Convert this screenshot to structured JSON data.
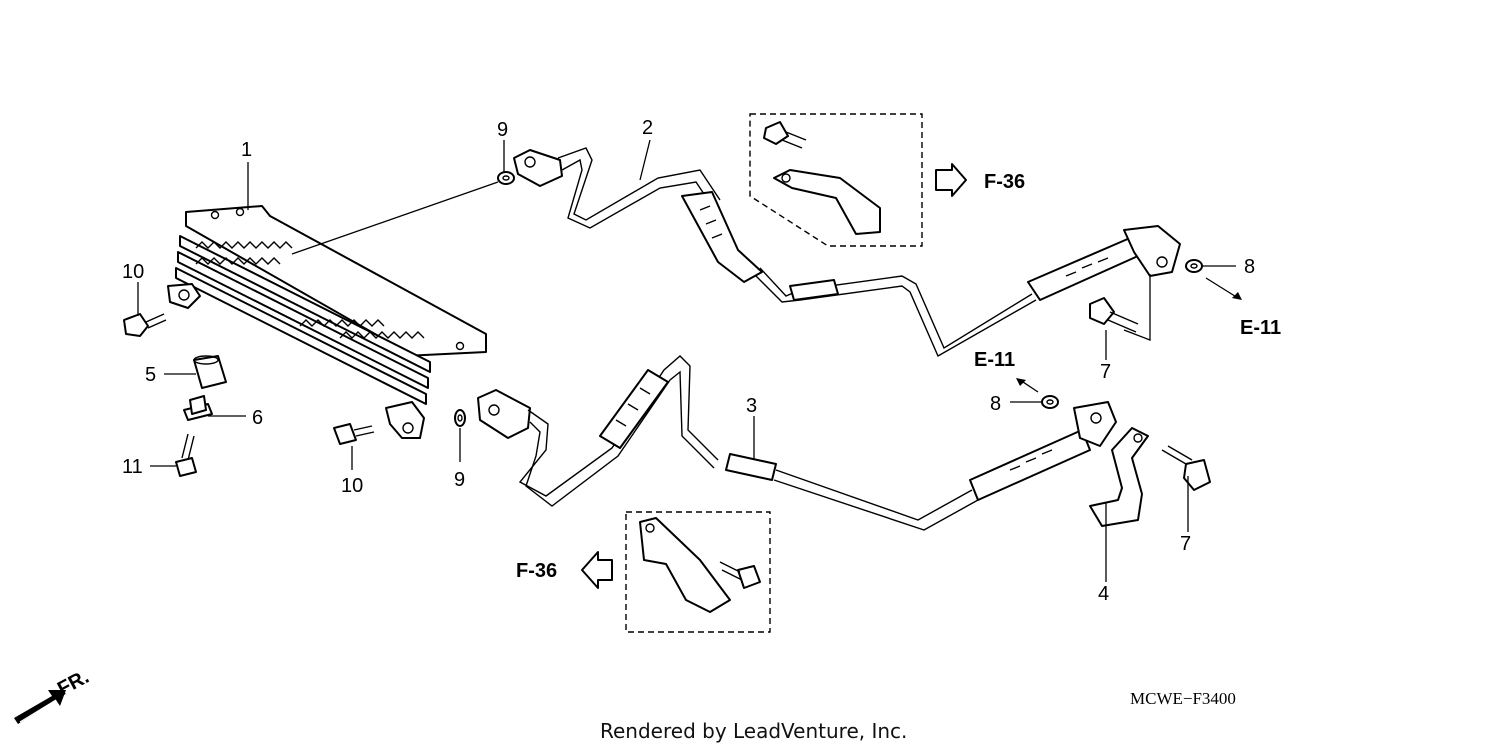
{
  "callouts": {
    "c1": "1",
    "c2": "2",
    "c3": "3",
    "c4": "4",
    "c5": "5",
    "c6": "6",
    "c7a": "7",
    "c7b": "7",
    "c8a": "8",
    "c8b": "8",
    "c9a": "9",
    "c9b": "9",
    "c10a": "10",
    "c10b": "10",
    "c11": "11"
  },
  "references": {
    "f36_top": "F-36",
    "f36_bottom": "F-36",
    "e11_right": "E-11",
    "e11_center": "E-11"
  },
  "front_marker": "FR.",
  "diagram_code": "MCWE−F3400",
  "credit": "Rendered by LeadVenture, Inc."
}
